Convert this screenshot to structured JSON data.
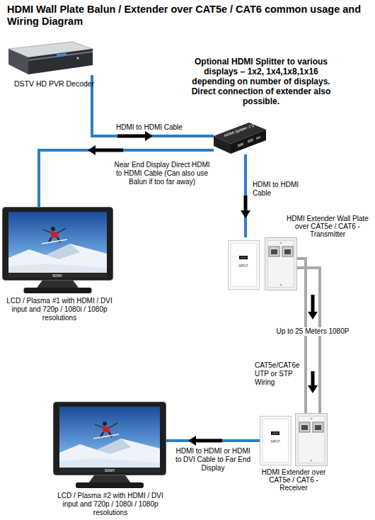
{
  "diagram": {
    "title": "HDMI Wall Plate Balun / Extender over CAT5e / CAT6 common usage and Wiring Diagram",
    "nodes": [
      {
        "text": [
          "DSTV HD PVR Decoder"
        ]
      },
      {
        "text": [
          "HDMI Splitter 1*2"
        ]
      },
      {
        "text": [
          "LCD / Plasma #1 with HDMI / DVI input and 720p / 1080i / 1080p resolutions"
        ]
      },
      {
        "text": [
          "HDMI Extender Wall Plate over CAT5e / CAT6 - Transmitter"
        ]
      },
      {
        "text": [
          "HDMI Extender over CAT5e / CAT6 - Receiver"
        ]
      },
      {
        "text": [
          "LCD / Plasma #2 with HDMI / DVI input and 720p / 1080i / 1080p resolutions"
        ]
      }
    ],
    "edges": [
      {
        "from": 0,
        "to": 1,
        "label": "HDMI to HDMI Cable",
        "arrow": "to"
      },
      {
        "from": 1,
        "to": 2,
        "label": "Near End Display Direct HDMI to HDMI Cable (Can also use Balun if too far away)",
        "arrow": "to"
      },
      {
        "from": 1,
        "to": 3,
        "label": "HDMI to HDMI Cable",
        "arrow": "to"
      },
      {
        "from": 3,
        "to": 4,
        "label": "Up to 25 Meters 1080P",
        "arrow": "to"
      },
      {
        "from": 4,
        "to": 5,
        "label": "HDMI to HDMI or HDMI to DVI Cable to Far End Display",
        "arrow": "to"
      }
    ],
    "labels": [
      "Optional HDMI Splitter to various displays – 1x2, 1x4,1x8,1x16 depending on number of displays. Direct connection of extender also possible.",
      "CAT5e/CAT6e UTP or STP Wiring",
      "INPUT",
      "INPUT",
      "SONY",
      "SONY"
    ]
  }
}
